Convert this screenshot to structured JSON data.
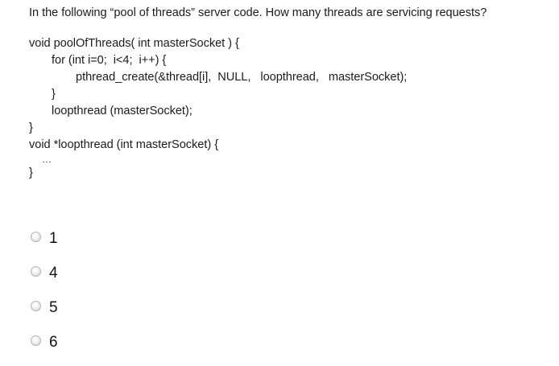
{
  "question": {
    "text": "In the following “pool of threads” server code. How many threads are servicing requests?"
  },
  "code": {
    "lines": [
      {
        "text": "void poolOfThreads( int masterSocket ) {",
        "indent": 0
      },
      {
        "text": "for (int i=0;  i<4;  i++) {",
        "indent": 1
      },
      {
        "text": "pthread_create(&thread[i],  NULL,   loopthread,   masterSocket);",
        "indent": 2
      },
      {
        "text": "}",
        "indent": 1
      },
      {
        "text": "loopthread (masterSocket);",
        "indent": 1
      },
      {
        "text": "}",
        "indent": 0
      },
      {
        "text": "void *loopthread (int masterSocket) {",
        "indent": 0
      },
      {
        "text": "…",
        "indent": 9
      },
      {
        "text": "}",
        "indent": 0
      }
    ]
  },
  "options": {
    "items": [
      {
        "label": "1",
        "selected": false
      },
      {
        "label": "4",
        "selected": false
      },
      {
        "label": "5",
        "selected": false
      },
      {
        "label": "6",
        "selected": false
      }
    ]
  },
  "colors": {
    "background": "#ffffff",
    "text": "#1b1b1b",
    "radio_border": "#b4b4b4",
    "radio_fill": "#e6e6e6"
  }
}
